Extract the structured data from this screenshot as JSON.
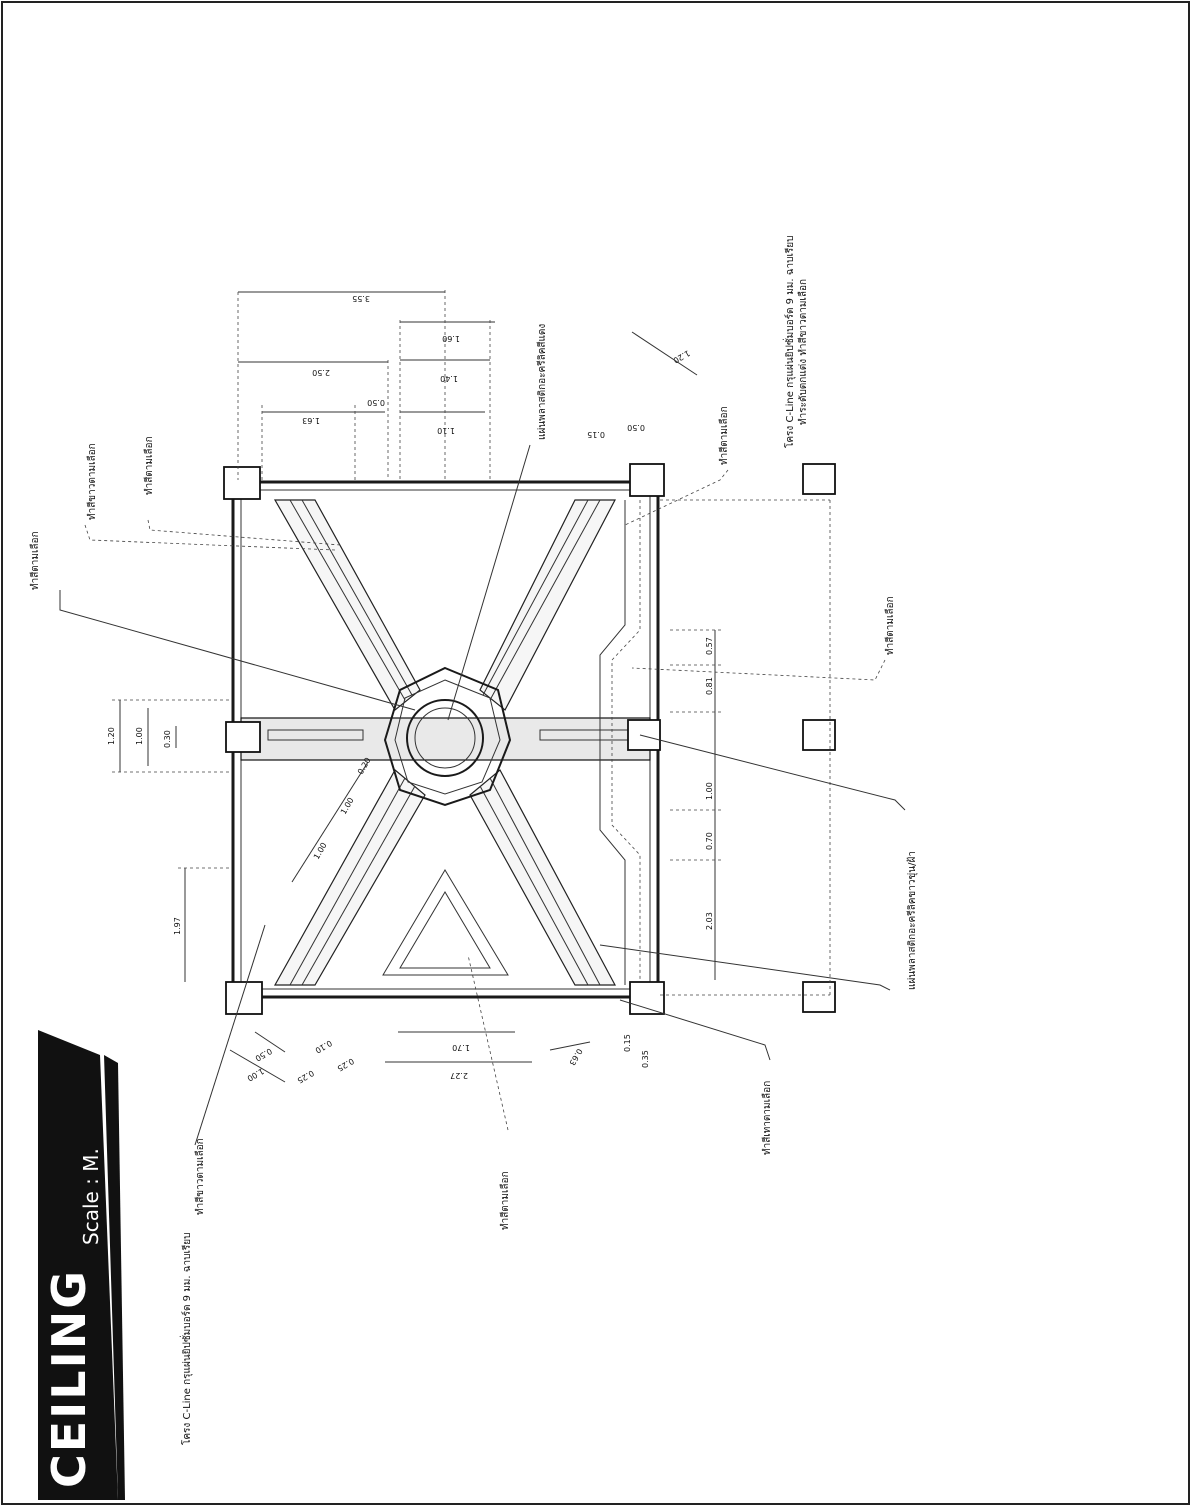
{
  "title_block": {
    "title": "CEILING",
    "scale": "Scale : M."
  },
  "dimensions": {
    "left_top": [
      "1.20",
      "1.00",
      "0.30"
    ],
    "left_side": [
      "1.97"
    ],
    "right_side": [
      "0.57",
      "0.81",
      "1.00",
      "0.70",
      "2.03"
    ],
    "top_right": [
      "3.55",
      "1.60",
      "1.40",
      "1.10",
      "2.50",
      "1.63",
      "0.50",
      "0.15",
      "0.50",
      "1.20"
    ],
    "bottom_left": [
      "1.00",
      "0.50",
      "0.25",
      "0.10",
      "0.25",
      "1.70",
      "2.27",
      "0.63",
      "0.15",
      "0.35"
    ],
    "diagonal": [
      "0.20",
      "1.00",
      "1.00"
    ]
  },
  "labels": {
    "paint_choice": "ทำสีตามเลือก",
    "paint_white_choice": "ทำสีขาวตามเลือก",
    "acrylic_red": "แผ่นพลาสติกอะครีลิคสีแดง",
    "acrylic_milky": "แผ่นพลาสติกอะครีลิคขาวขุ่น/ฝ้า",
    "paint_gray_choice": "ทำสีเทาตามเลือก",
    "frame_note_1": "โครง C-Line กรุแผ่นยิปซั่มบอร์ด 9 มม. ฉาบเรียบ",
    "frame_note_1b": "ทำสีขาวตามเลือก",
    "frame_note_2": "โครง C-Line กรุแผ่นยิปซั่มบอร์ด 9 มม. ฉาบเรียบ",
    "frame_note_2b": "ทำระดับตกแต่ง ทำสีขาวตามเลือก"
  }
}
